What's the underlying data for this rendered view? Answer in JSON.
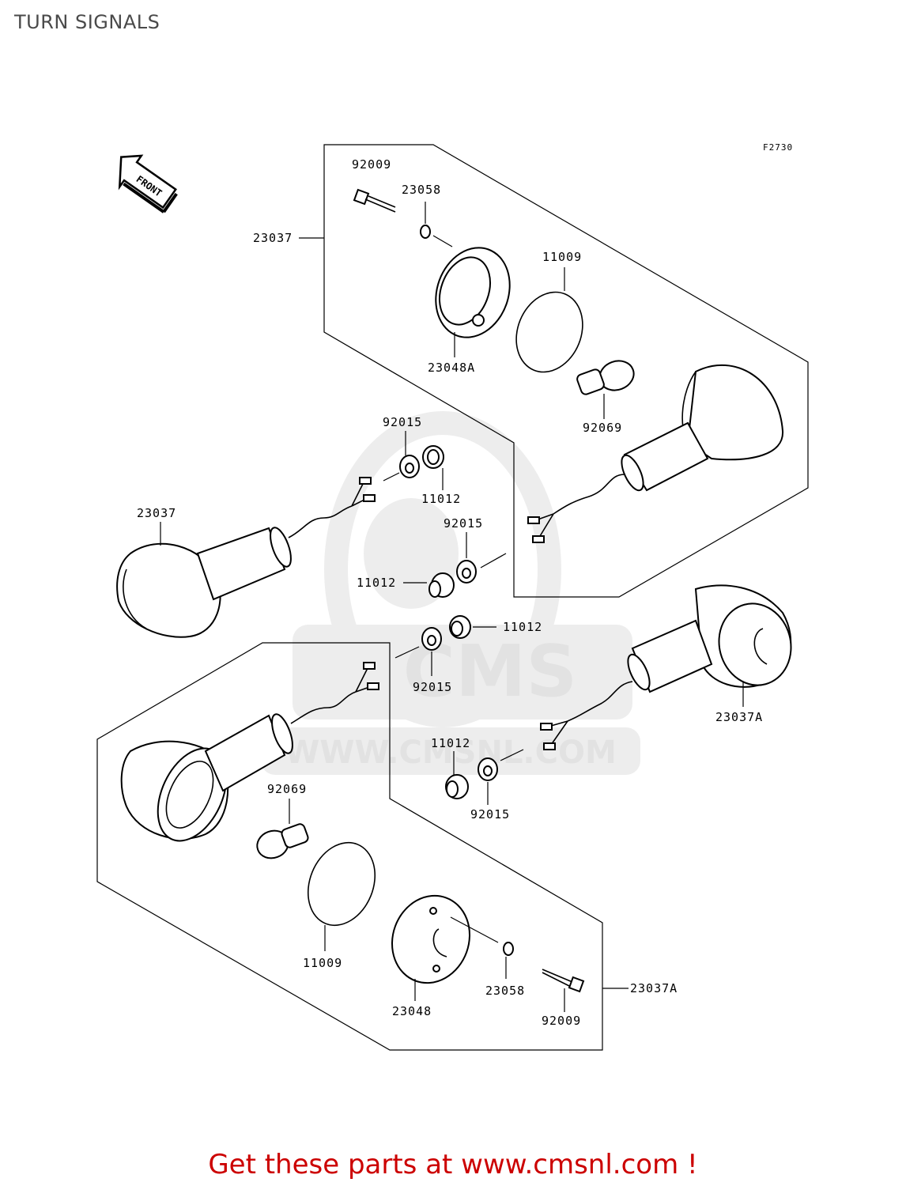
{
  "page_title": "TURN SIGNALS",
  "figure_code": "F2730",
  "front_arrow_label": "FRONT",
  "watermark": {
    "brand": "CMS",
    "url": "WWW.CMSNL.COM"
  },
  "callouts": {
    "a_92009": "92009",
    "a_23058": "23058",
    "a_23037": "23037",
    "a_11009": "11009",
    "a_23048A": "23048A",
    "a_92069": "92069",
    "b_92015": "92015",
    "b_11012": "11012",
    "b_23037": "23037",
    "c_92015": "92015",
    "c_11012": "11012",
    "d_11012": "11012",
    "d_92015": "92015",
    "d_23037A": "23037A",
    "e_11012": "11012",
    "e_92015": "92015",
    "f_92069": "92069",
    "f_11009": "11009",
    "f_23048": "23048",
    "f_23058": "23058",
    "f_92009": "92009",
    "f_23037A": "23037A"
  },
  "footer_cta": "Get these parts at www.cmsnl.com !"
}
